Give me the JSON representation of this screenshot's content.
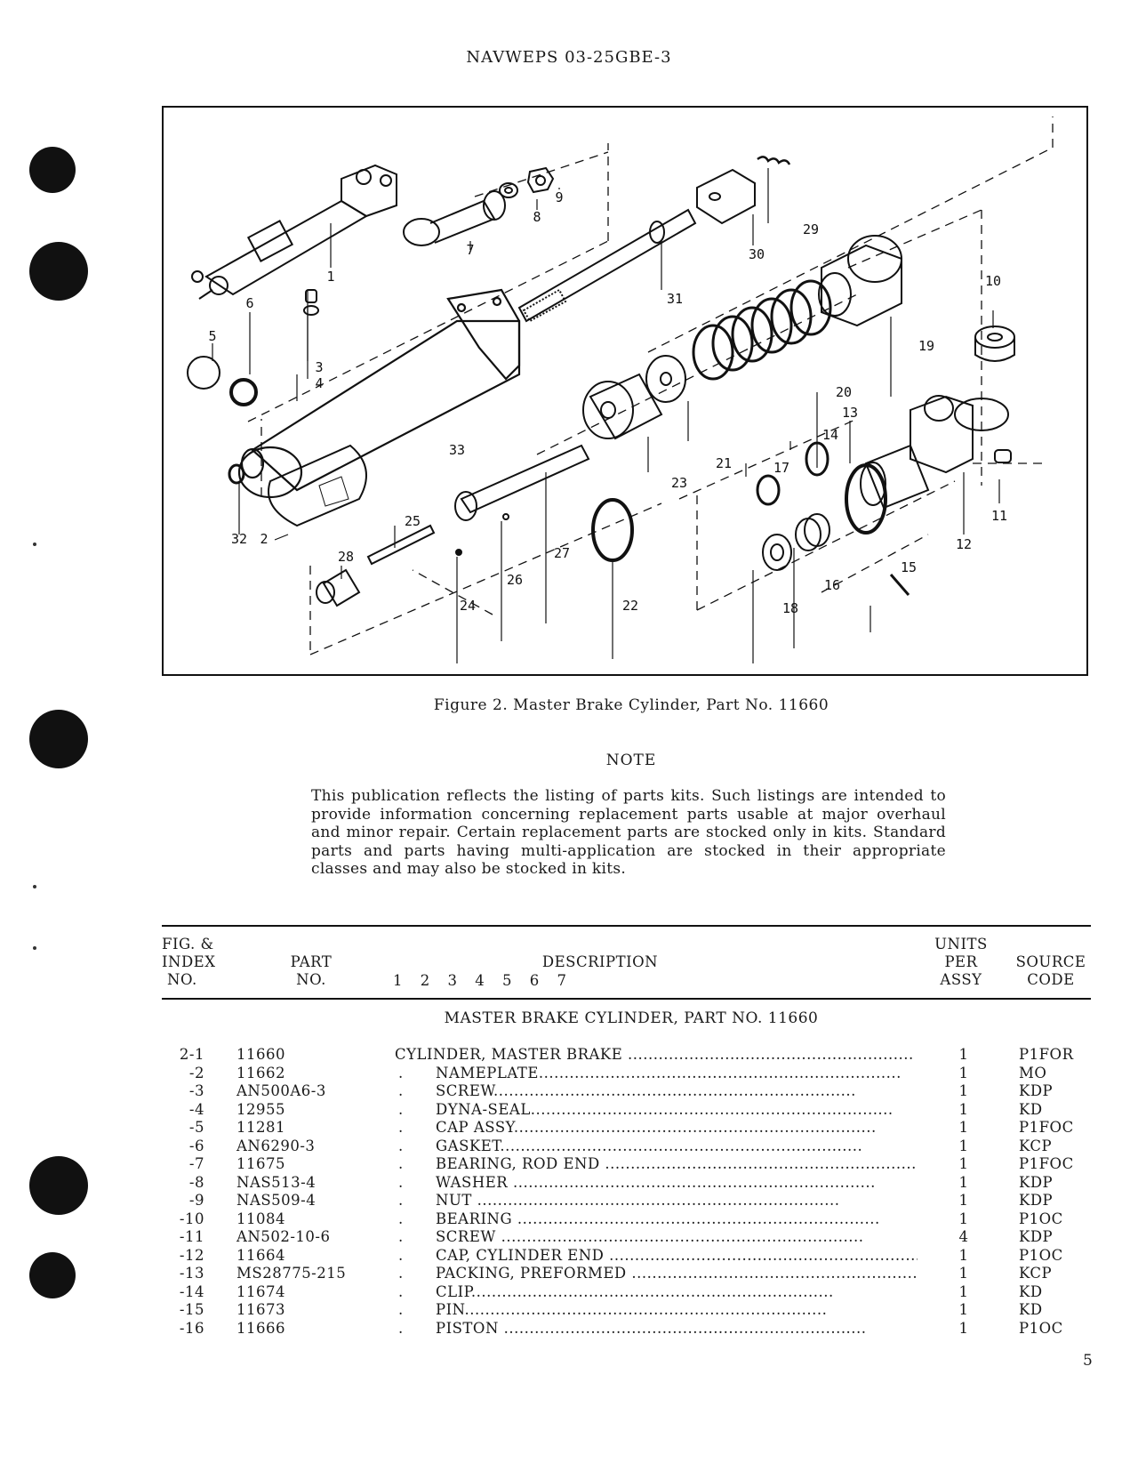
{
  "header": {
    "doc_number": "NAVWEPS 03-25GBE-3"
  },
  "figure": {
    "callouts": [
      "1",
      "2",
      "3",
      "4",
      "5",
      "6",
      "7",
      "8",
      "9",
      "10",
      "11",
      "12",
      "13",
      "14",
      "15",
      "16",
      "17",
      "18",
      "19",
      "20",
      "21",
      "22",
      "23",
      "24",
      "25",
      "26",
      "27",
      "28",
      "29",
      "30",
      "31",
      "32",
      "33"
    ],
    "caption": "Figure 2.  Master Brake Cylinder, Part No. 11660"
  },
  "note": {
    "title": "NOTE",
    "body": "This publication reflects the listing of parts kits. Such listings are intended to provide information concerning replacement parts usable at major overhaul and minor repair. Certain replacement parts are stocked only in kits. Standard parts and parts having multi-application are stocked in their appropriate classes and may also be stocked in kits."
  },
  "table": {
    "headers": {
      "fig_index": [
        "FIG. &",
        "INDEX",
        "NO."
      ],
      "part_no": [
        "PART",
        "NO."
      ],
      "description": "DESCRIPTION",
      "indent_levels": "1  2  3  4  5  6  7",
      "units": [
        "UNITS",
        "PER",
        "ASSY"
      ],
      "source_code": [
        "SOURCE",
        "CODE"
      ]
    },
    "section_title": "MASTER BRAKE CYLINDER, PART NO. 11660",
    "rows": [
      {
        "index": "2-1",
        "part": "11660",
        "indent": "",
        "description": "CYLINDER, MASTER BRAKE",
        "units": "1",
        "code": "P1FOR"
      },
      {
        "index": "-2",
        "part": "11662",
        "indent": ".",
        "description": "NAMEPLATE",
        "units": "1",
        "code": "MO"
      },
      {
        "index": "-3",
        "part": "AN500A6-3",
        "indent": ".",
        "description": "SCREW",
        "units": "1",
        "code": "KDP"
      },
      {
        "index": "-4",
        "part": "12955",
        "indent": ".",
        "description": "DYNA-SEAL",
        "units": "1",
        "code": "KD"
      },
      {
        "index": "-5",
        "part": "11281",
        "indent": ".",
        "description": "CAP ASSY",
        "units": "1",
        "code": "P1FOC"
      },
      {
        "index": "-6",
        "part": "AN6290-3",
        "indent": ".",
        "description": "GASKET",
        "units": "1",
        "code": "KCP"
      },
      {
        "index": "-7",
        "part": "11675",
        "indent": ".",
        "description": "BEARING, ROD END",
        "units": "1",
        "code": "P1FOC"
      },
      {
        "index": "-8",
        "part": "NAS513-4",
        "indent": ".",
        "description": "WASHER",
        "units": "1",
        "code": "KDP"
      },
      {
        "index": "-9",
        "part": "NAS509-4",
        "indent": ".",
        "description": "NUT",
        "units": "1",
        "code": "KDP"
      },
      {
        "index": "-10",
        "part": "11084",
        "indent": ".",
        "description": "BEARING",
        "units": "1",
        "code": "P1OC"
      },
      {
        "index": "-11",
        "part": "AN502-10-6",
        "indent": ".",
        "description": "SCREW",
        "units": "4",
        "code": "KDP"
      },
      {
        "index": "-12",
        "part": "11664",
        "indent": ".",
        "description": "CAP, CYLINDER END",
        "units": "1",
        "code": "P1OC"
      },
      {
        "index": "-13",
        "part": "MS28775-215",
        "indent": ".",
        "description": "PACKING, PREFORMED",
        "units": "1",
        "code": "KCP"
      },
      {
        "index": "-14",
        "part": "11674",
        "indent": ".",
        "description": "CLIP",
        "units": "1",
        "code": "KD"
      },
      {
        "index": "-15",
        "part": "11673",
        "indent": ".",
        "description": "PIN",
        "units": "1",
        "code": "KD"
      },
      {
        "index": "-16",
        "part": "11666",
        "indent": ".",
        "description": "PISTON",
        "units": "1",
        "code": "P1OC"
      }
    ]
  },
  "page_number": "5"
}
